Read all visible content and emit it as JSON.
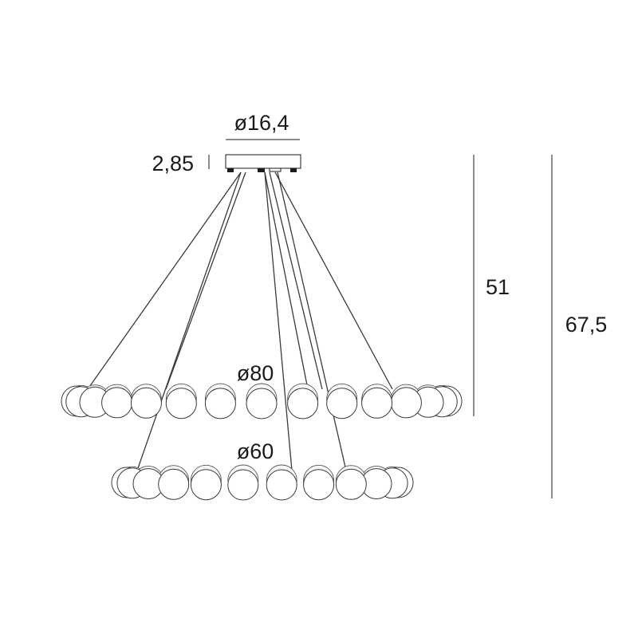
{
  "dimensions": {
    "canopy_diameter": "ø16,4",
    "canopy_height": "2,85",
    "ring_large_diameter": "ø80",
    "ring_small_diameter": "ø60",
    "drop_to_large_ring": "51",
    "overall_height": "67,5"
  },
  "colors": {
    "line": "#1a1a1a",
    "background": "#ffffff"
  }
}
